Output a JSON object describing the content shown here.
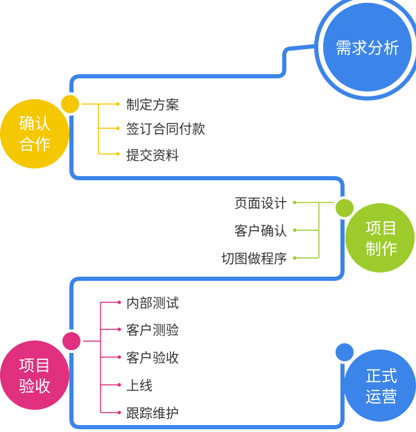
{
  "colors": {
    "path": "#3b84ea",
    "demand": "#3b84ea",
    "confirm": "#f5c700",
    "production": "#9dcb2b",
    "acceptance": "#e0307f",
    "operation": "#3b84ea"
  },
  "stages": {
    "demand_analysis": {
      "label": "需求分析"
    },
    "confirm_cooperation": {
      "line1": "确认",
      "line2": "合作",
      "steps": [
        "制定方案",
        "签订合同付款",
        "提交资料"
      ]
    },
    "project_production": {
      "line1": "项目",
      "line2": "制作",
      "steps": [
        "页面设计",
        "客户确认",
        "切图做程序"
      ]
    },
    "project_acceptance": {
      "line1": "项目",
      "line2": "验收",
      "steps": [
        "内部测试",
        "客户测验",
        "客户验收",
        "上线",
        "跟踪维护"
      ]
    },
    "formal_operation": {
      "line1": "正式",
      "line2": "运营"
    }
  }
}
